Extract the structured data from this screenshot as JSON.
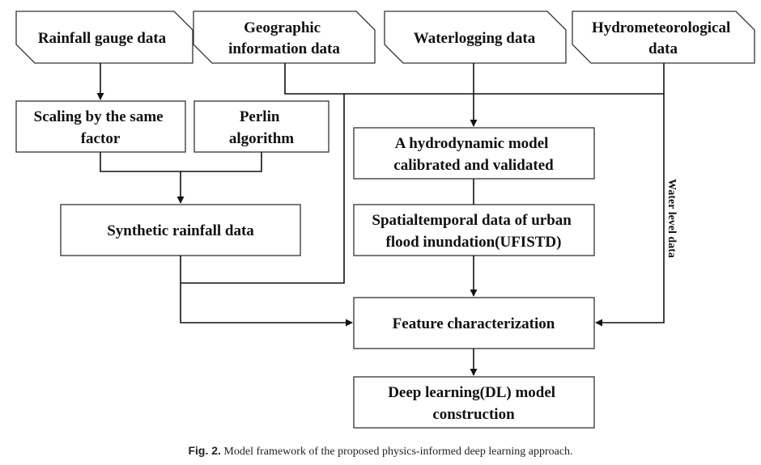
{
  "sources": {
    "rainfall_gauge": [
      "Rainfall gauge data"
    ],
    "geographic": [
      "Geographic",
      "information data"
    ],
    "waterlogging": [
      "Waterlogging data"
    ],
    "hydrometeorological": [
      "Hydrometeorological",
      "data"
    ]
  },
  "process": {
    "scaling": [
      "Scaling by the same",
      "factor"
    ],
    "perlin": [
      "Perlin",
      "algorithm"
    ],
    "synthetic": [
      "Synthetic rainfall data"
    ],
    "hydrodynamic": [
      "A hydrodynamic model",
      "calibrated and validated"
    ],
    "ufistd": [
      "Spatialtemporal data of urban",
      "flood inundation(UFISTD)"
    ],
    "feature": [
      "Feature characterization"
    ],
    "dl_model": [
      "Deep learning(DL) model",
      "construction"
    ]
  },
  "edge_labels": {
    "water_level": "Water level data"
  },
  "caption": {
    "label": "Fig. 2.",
    "text": "Model framework of the proposed physics-informed deep learning approach."
  }
}
